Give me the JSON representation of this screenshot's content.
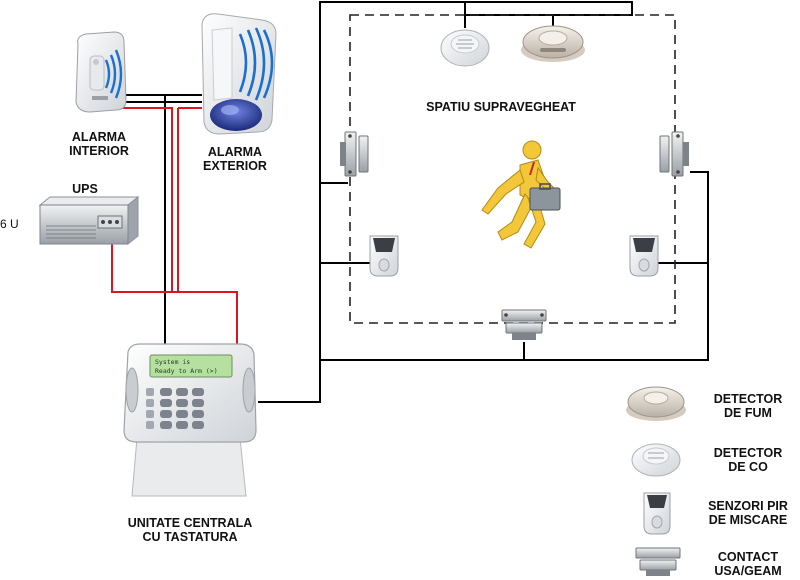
{
  "labels": {
    "interior_alarm": [
      "ALARMA",
      "INTERIOR"
    ],
    "exterior_alarm": [
      "ALARMA",
      "EXTERIOR"
    ],
    "ups": "UPS",
    "ups_size": "6 U",
    "monitored_space": "SPATIU SUPRAVEGHEAT",
    "control_unit": [
      "UNITATE CENTRALA",
      "CU TASTATURA"
    ]
  },
  "keypad_display": [
    "System is",
    "Ready to Arm  (>)"
  ],
  "legend": [
    {
      "icon": "co-detector-dome-icon",
      "lines": [
        "DETECTOR",
        "DE FUM"
      ]
    },
    {
      "icon": "smoke-detector-icon",
      "lines": [
        "DETECTOR",
        "DE CO"
      ]
    },
    {
      "icon": "pir-sensor-icon",
      "lines": [
        "SENZORI PIR",
        "DE MISCARE"
      ]
    },
    {
      "icon": "door-contact-icon",
      "lines": [
        "CONTACT",
        "USA/GEAM"
      ]
    }
  ],
  "colors": {
    "wire_signal": "#000000",
    "wire_power": "#e0141e",
    "person": "#f3c73a",
    "siren_light": "#2a3a9a",
    "display": "#b6e0a0"
  }
}
